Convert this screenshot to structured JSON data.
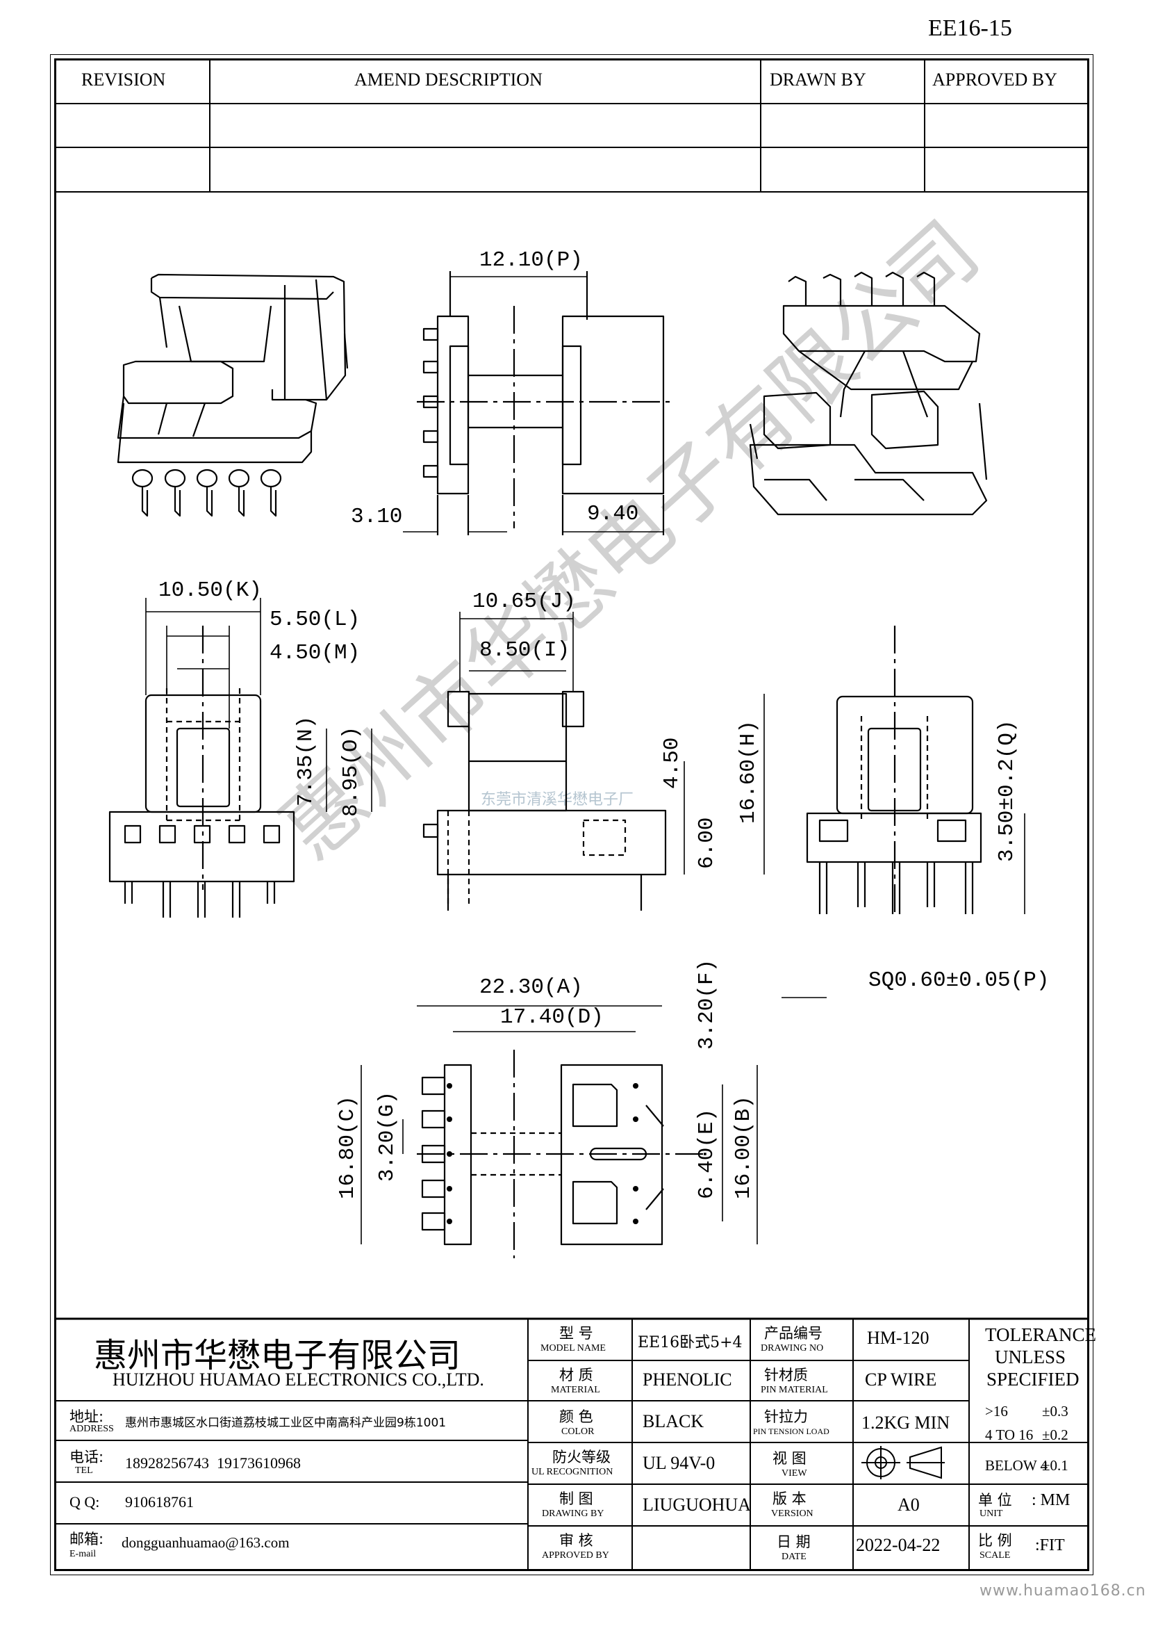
{
  "drawing_number": "EE16-15",
  "revision_table": {
    "headers": {
      "revision": "REVISION",
      "amend_description": "AMEND DESCRIPTION",
      "drawn_by": "DRAWN BY",
      "approved_by": "APPROVED BY"
    }
  },
  "dimensions": {
    "p_width": "12.10(P)",
    "d_310": "3.10",
    "d_940": "9.40",
    "k": "10.50(K)",
    "l": "5.50(L)",
    "m": "4.50(M)",
    "n": "7.35(N)",
    "o": "8.95(O)",
    "j": "10.65(J)",
    "i": "8.50(I)",
    "d_450": "4.50",
    "d_600": "6.00",
    "h": "16.60(H)",
    "q": "3.50±0.2(Q)",
    "pin_sq": "SQ0.60±0.05(P)",
    "a": "22.30(A)",
    "d": "17.40(D)",
    "f": "3.20(F)",
    "c": "16.80(C)",
    "g": "3.20(G)",
    "e": "6.40(E)",
    "b": "16.00(B)"
  },
  "watermark": {
    "main": "惠州市华懋电子有限公司",
    "small": "东莞市清溪华懋电子厂"
  },
  "title_block": {
    "company_cn": "惠州市华懋电子有限公司",
    "company_en": "HUIZHOU HUAMAO ELECTRONICS CO.,LTD.",
    "address_label_cn": "地址:",
    "address_label_en": "ADDRESS",
    "address": "惠州市惠城区水口街道荔枝城工业区中南高科产业园9栋1001",
    "tel_label_cn": "电话:",
    "tel_label_en": "TEL",
    "tel": "18928256743  19173610968",
    "qq_label": "Q Q:",
    "qq": "910618761",
    "email_label_cn": "邮箱:",
    "email_label_en": "E-mail",
    "email": "dongguanhuamao@163.com",
    "model_label_cn": "型 号",
    "model_label_en": "MODEL  NAME",
    "model": "EE16卧式5+4",
    "drawing_no_label_cn": "产品编号",
    "drawing_no_label_en": "DRAWING  NO",
    "drawing_no": "HM-120",
    "material_label_cn": "材 质",
    "material_label_en": "MATERIAL",
    "material": "PHENOLIC",
    "pin_material_label_cn": "针材质",
    "pin_material_label_en": "PIN MATERIAL",
    "pin_material": "CP WIRE",
    "color_label_cn": "颜 色",
    "color_label_en": "COLOR",
    "color": "BLACK",
    "pin_tension_label_cn": "针拉力",
    "pin_tension_label_en": "PIN TENSION LOAD",
    "pin_tension": "1.2KG MIN",
    "ul_label_cn": "防火等级",
    "ul_label_en": "UL RECOGNITION",
    "ul": "UL 94V-0",
    "view_label_cn": "视 图",
    "view_label_en": "VIEW",
    "drawing_by_label_cn": "制 图",
    "drawing_by_label_en": "DRAWING  BY",
    "drawing_by": "LIUGUOHUA",
    "version_label_cn": "版 本",
    "version_label_en": "VERSION",
    "version": "A0",
    "approved_label_cn": "审 核",
    "approved_label_en": "APPROVED BY",
    "date_label_cn": "日 期",
    "date_label_en": "DATE",
    "date": "2022-04-22",
    "tolerance_title_1": "TOLERANCE",
    "tolerance_title_2": "UNLESS",
    "tolerance_title_3": "SPECIFIED",
    "tol_1_range": ">16",
    "tol_1_value": "±0.3",
    "tol_2_range": "4 TO 16",
    "tol_2_value": "±0.2",
    "tol_3_range": "BELOW 4",
    "tol_3_value": "±0.1",
    "unit_label_cn": "单 位",
    "unit_label_en": "UNIT",
    "unit": ": MM",
    "scale_label_cn": "比 例",
    "scale_label_en": "SCALE",
    "scale": ":FIT"
  },
  "footer_url": "www.huamao168.cn"
}
